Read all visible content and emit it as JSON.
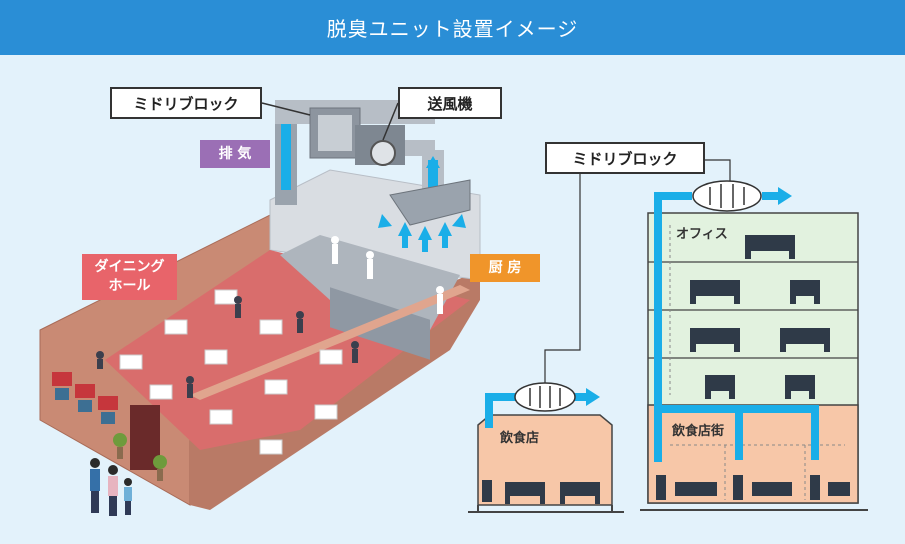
{
  "title": "脱臭ユニット設置イメージ",
  "labels": {
    "midori_block_1": "ミドリブロック",
    "fan": "送風機",
    "exhaust": "排 気",
    "midori_block_2": "ミドリブロック",
    "dining_hall_line1": "ダイニング",
    "dining_hall_line2": "ホール",
    "kitchen": "厨 房",
    "office": "オフィス",
    "restaurant": "飲食店",
    "restaurant_street": "飲食店街"
  },
  "colors": {
    "header": "#2a8ed6",
    "background": "#e3f2fb",
    "duct_flow": "#1aaee8",
    "exhaust_tag": "#9b6fb5",
    "dining_tag": "#e8646a",
    "kitchen_tag": "#f0952a",
    "office_floor": "#e2f2df",
    "shop_floor": "#f7c7a8",
    "brick": "#c98a74",
    "dining_floor": "#d96d6c"
  }
}
